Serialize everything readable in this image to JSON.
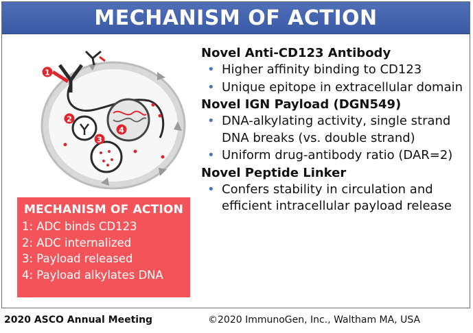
{
  "header": {
    "title": "MECHANISM OF ACTION"
  },
  "diagram": {
    "step_labels": [
      "1",
      "2",
      "3",
      "4"
    ],
    "colors": {
      "membrane": "#d6d6d6",
      "antibody": "#e0262d",
      "dark": "#2a2a2a"
    }
  },
  "legend": {
    "title": "MECHANISM OF ACTION",
    "items": [
      "1: ADC binds CD123",
      "2: ADC internalized",
      "3: Payload released",
      "4: Payload alkylates DNA"
    ],
    "background": "#f3545a"
  },
  "sections": [
    {
      "title": "Novel Anti-CD123 Antibody",
      "bullets": [
        "Higher affinity binding to CD123",
        "Unique epitope in extracellular domain"
      ]
    },
    {
      "title": "Novel IGN Payload (DGN549)",
      "bullets": [
        "DNA-alkylating activity, single strand DNA breaks (vs. double strand)",
        "Uniform drug-antibody ratio (DAR=2)"
      ]
    },
    {
      "title": "Novel Peptide Linker",
      "bullets": [
        "Confers stability in circulation and efficient intracellular payload release"
      ]
    }
  ],
  "footer": {
    "left": "2020 ASCO Annual Meeting",
    "right": "©2020 ImmunoGen, Inc., Waltham MA, USA"
  },
  "bullet_glyph": "•"
}
